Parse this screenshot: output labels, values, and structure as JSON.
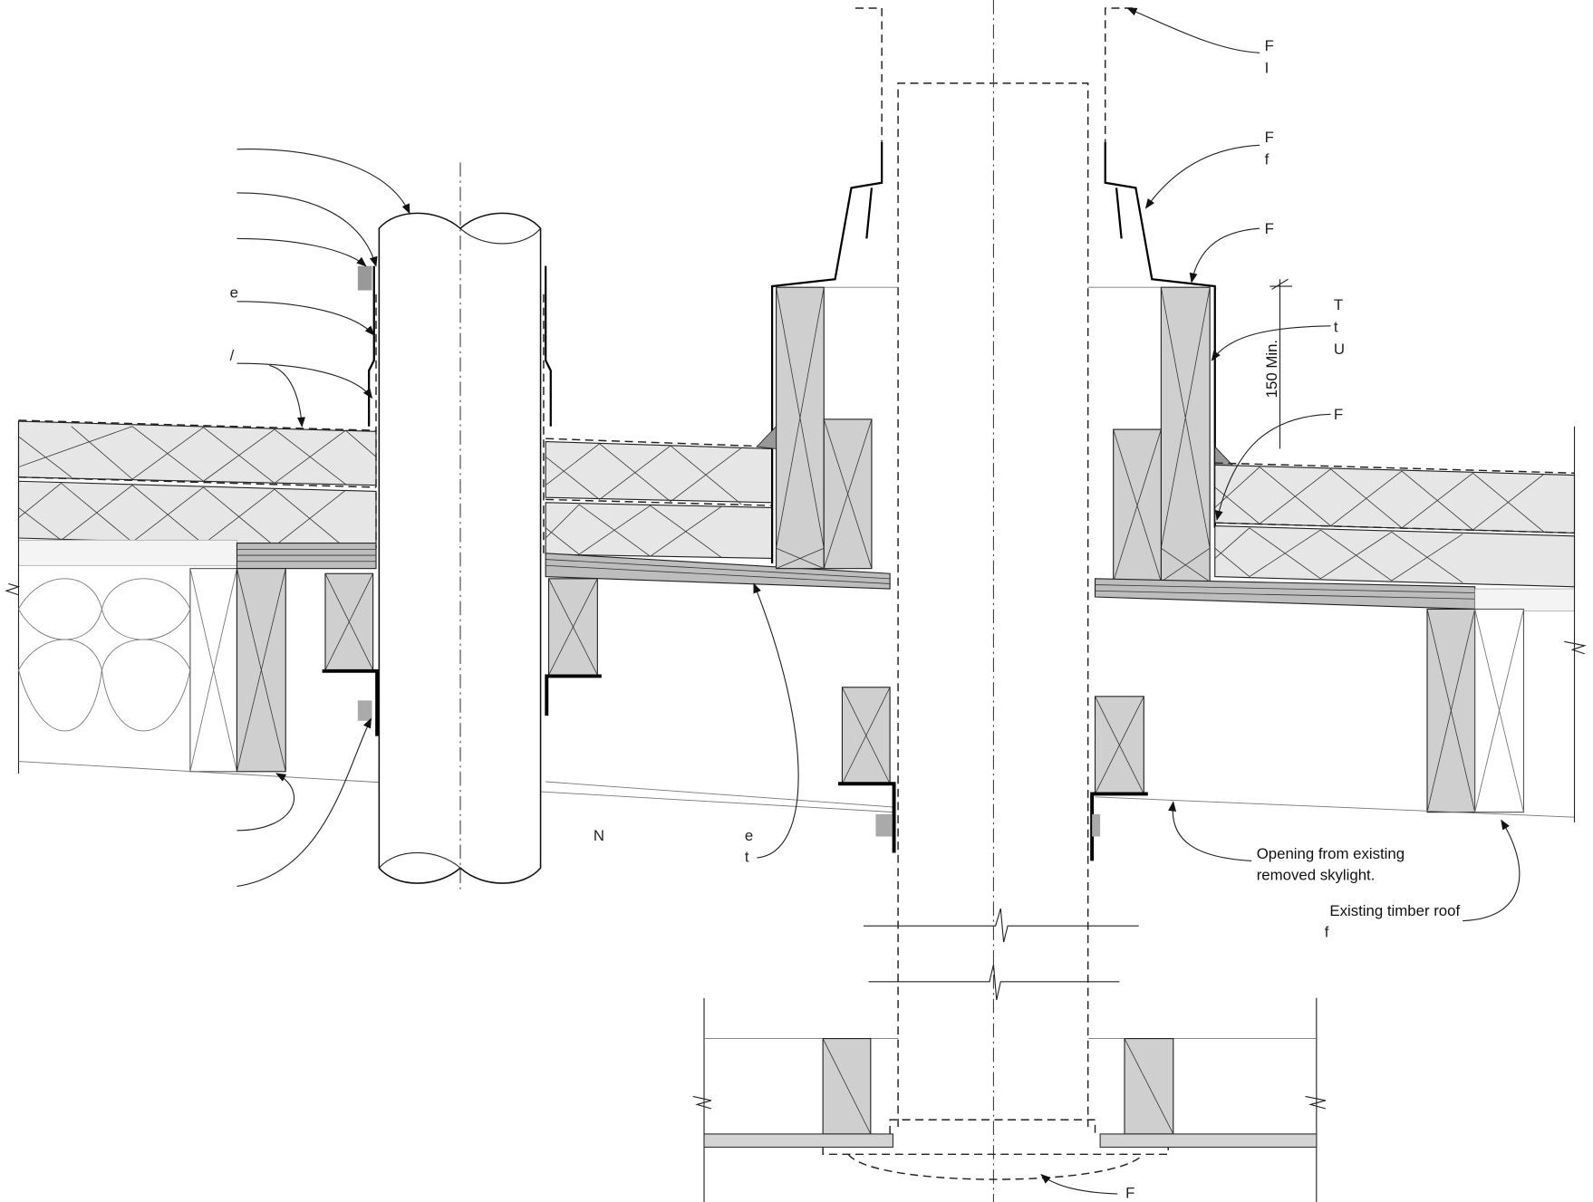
{
  "drawing": {
    "title": "Roof penetration and skylight opening detail",
    "labels": {
      "opening_line1": "Opening from existing",
      "opening_line2": "removed skylight.",
      "timber_line1": "Existing timber roof",
      "dimension": "150 Min."
    },
    "fragments": {
      "right_top_1a": "F",
      "right_top_1b": "I",
      "right_top_2a": "F",
      "right_top_2b": "f",
      "right_top_3": "F",
      "right_mid_1": "T",
      "right_mid_2": "t",
      "right_mid_3": "U",
      "right_mid_4": "F",
      "left_1": "e",
      "left_2": "/",
      "plywood_1": "N",
      "plywood_2": "e",
      "plywood_3": "t",
      "framing_2": "f",
      "bottom": "F"
    },
    "colors": {
      "timber": "#cfcfcf",
      "insulation": "#e6e6e6",
      "line": "#222222"
    }
  }
}
